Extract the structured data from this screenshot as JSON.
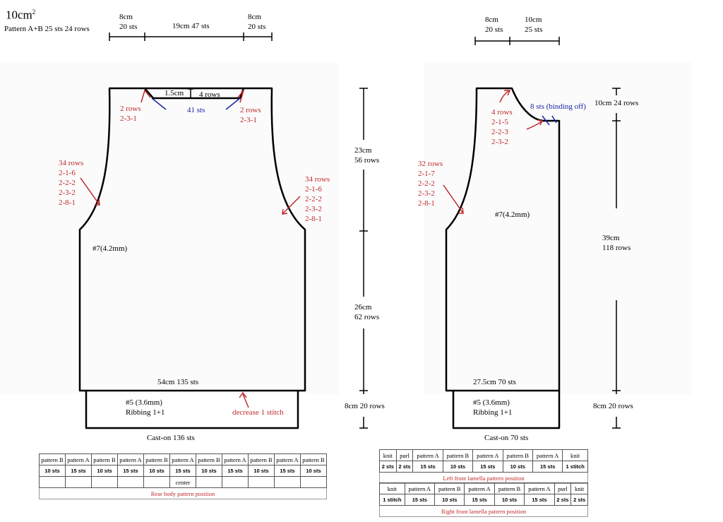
{
  "gauge": {
    "title": "10cm",
    "sup": "2",
    "pattern": "Pattern A+B   25 sts   24 rows"
  },
  "back": {
    "top_left": {
      "cm": "8cm",
      "sts": "20 sts"
    },
    "top_mid": "19cm    47 sts",
    "top_right": {
      "cm": "8cm",
      "sts": "20 sts"
    },
    "neck_depth": "1.5cm",
    "neck_rows": "4 rows",
    "neck_sts": "41 sts",
    "shoulder_left": [
      "2 rows",
      "2-3-1"
    ],
    "shoulder_right": [
      "2 rows",
      "2-3-1"
    ],
    "armhole_left": [
      "34 rows",
      "2-1-6",
      "2-2-2",
      "2-3-2",
      "2-8-1"
    ],
    "armhole_right": [
      "34 rows",
      "2-1-6",
      "2-2-2",
      "2-3-2",
      "2-8-1"
    ],
    "needle_body": "#7(4.2mm)",
    "bottom": "54cm    135 sts",
    "rib_needle": "#5 (3.6mm)",
    "rib_type": "Ribbing 1+1",
    "decrease": "decrease 1 stitch",
    "cast_on": "Cast-on 136 sts"
  },
  "back_side": {
    "upper": [
      "23cm",
      "56 rows"
    ],
    "lower": [
      "26cm",
      "62 rows"
    ],
    "rib": "8cm    20 rows"
  },
  "front": {
    "top_left": {
      "cm": "8cm",
      "sts": "20 sts"
    },
    "top_right": {
      "cm": "10cm",
      "sts": "25 sts"
    },
    "neck_shaping": [
      "4 rows",
      "2-1-5",
      "2-2-3",
      "2-3-2"
    ],
    "binding_off": "8 sts (binding off)",
    "armhole": [
      "32 rows",
      "2-1-7",
      "2-2-2",
      "2-3-2",
      "2-8-1"
    ],
    "needle_body": "#7(4.2mm)",
    "bottom": "27.5cm    70 sts",
    "rib_needle": "#5 (3.6mm)",
    "rib_type": "Ribbing 1+1",
    "cast_on": "Cast-on 70 sts"
  },
  "front_side": {
    "neck": "10cm    24 rows",
    "body": [
      "39cm",
      "118 rows"
    ],
    "rib": "8cm    20 rows"
  },
  "rear_table": {
    "names": [
      "pattern B",
      "pattern A",
      "pattern B",
      "pattern A",
      "pattern B",
      "pattern A",
      "pattern B",
      "pattern A",
      "pattern B",
      "pattern A",
      "pattern B"
    ],
    "counts": [
      "10 sts",
      "15 sts",
      "10 sts",
      "15 sts",
      "10 sts",
      "15 sts",
      "10 sts",
      "15 sts",
      "10 sts",
      "15 sts",
      "10 sts"
    ],
    "marker": [
      "",
      "",
      "",
      "",
      "",
      "center",
      "",
      "",
      "",
      "",
      ""
    ],
    "caption": "Rear body pattern position"
  },
  "left_table": {
    "names": [
      "knit",
      "purl",
      "pattern A",
      "pattern B",
      "pattern A",
      "pattern B",
      "pattern A",
      "knit"
    ],
    "counts": [
      "2 sts",
      "2 sts",
      "15 sts",
      "10 sts",
      "15 sts",
      "10 sts",
      "15 sts",
      "1 stitch"
    ],
    "caption": "Left front lamella pattern position"
  },
  "right_table": {
    "names": [
      "knit",
      "pattern A",
      "pattern B",
      "pattern A",
      "pattern B",
      "pattern A",
      "purl",
      "knit"
    ],
    "counts": [
      "1 stitch",
      "15 sts",
      "10 sts",
      "15 sts",
      "10 sts",
      "15 sts",
      "2 sts",
      "2 sts"
    ],
    "caption": "Right front lamella pattern position"
  }
}
